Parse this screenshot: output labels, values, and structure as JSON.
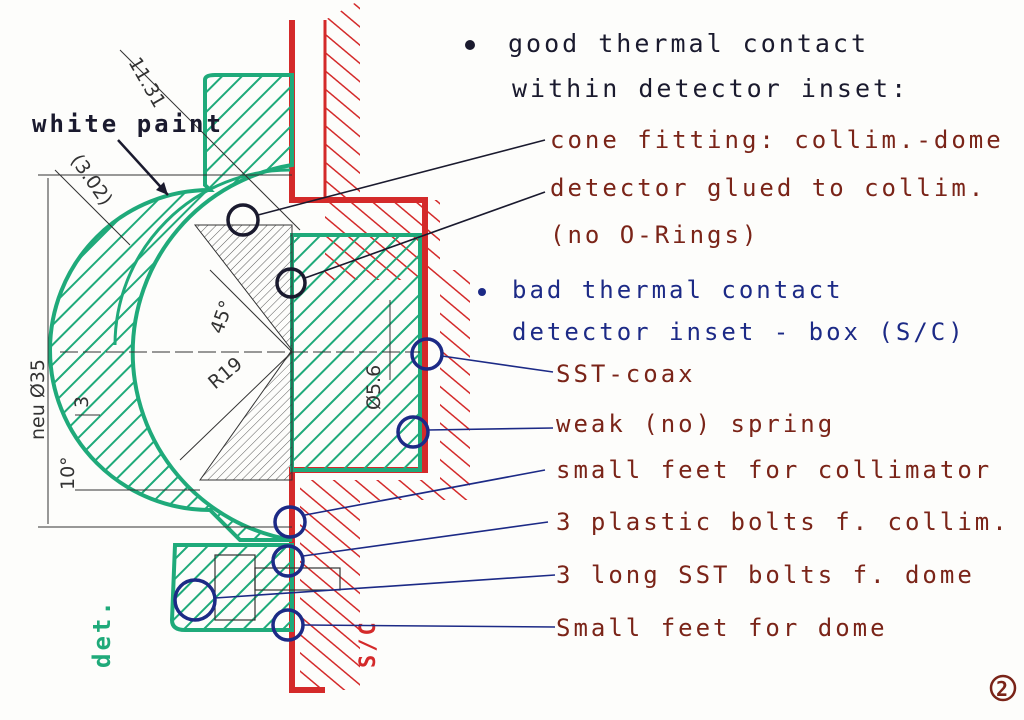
{
  "drawing": {
    "labels": {
      "white_paint": "white paint",
      "dim_11_31": "11.31",
      "dim_3_02": "(3.02)",
      "dim_neu_35": "neu Ø35",
      "dim_45": "45°",
      "dim_r19": "R19",
      "dim_3": "3",
      "dim_10": "10°",
      "dim_5_6": "Ø5.6",
      "det": "det.",
      "sc": "S/C",
      "page_number": "2"
    }
  },
  "notes": {
    "good_heading_line1": "good thermal contact",
    "good_heading_line2": "within detector inset:",
    "good_items": [
      "cone fitting: collim.-dome",
      "detector glued to collim.",
      "(no O-Rings)"
    ],
    "bad_heading_line1": "bad thermal contact",
    "bad_heading_line2": "detector inset - box (S/C)",
    "bad_items": [
      "SST-coax",
      "weak (no) spring",
      "small feet for collimator",
      "3 plastic bolts f. collim.",
      "3 long SST bolts f. dome",
      "Small feet for dome"
    ]
  },
  "colors": {
    "green": "#1faa7a",
    "red": "#d42a2a",
    "navy": "#1c2a86",
    "brown": "#7a2418",
    "black": "#1a1a2e"
  }
}
